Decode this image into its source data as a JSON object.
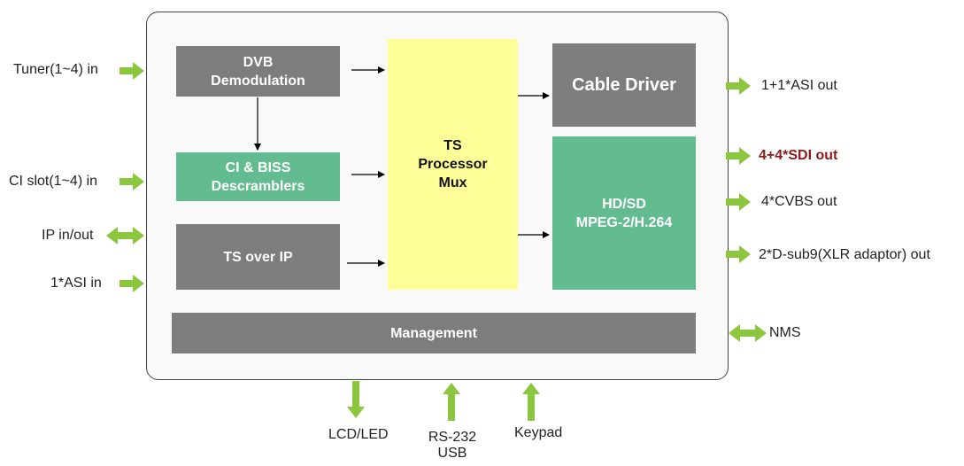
{
  "blocks": {
    "dvb": [
      "DVB",
      "Demodulation"
    ],
    "ci": [
      "CI & BISS",
      "Descramblers"
    ],
    "tsip": [
      "TS over IP"
    ],
    "ts": [
      "TS",
      "Processor",
      "Mux"
    ],
    "cable": [
      "Cable Driver"
    ],
    "hdsd": [
      "HD/SD",
      "MPEG-2/H.264"
    ],
    "mgmt": [
      "Management"
    ]
  },
  "inputs": {
    "tuner": "Tuner(1~4) in",
    "cislot": "CI slot(1~4) in",
    "ip": "IP in/out",
    "asi": "1*ASI in"
  },
  "outputs": {
    "asi": "1+1*ASI out",
    "sdi": "4+4*SDI out",
    "cvbs": "4*CVBS out",
    "dsub": "2*D-sub9(XLR adaptor) out",
    "nms": "NMS"
  },
  "bottom": {
    "lcd": "LCD/LED",
    "rs232": "RS-232",
    "usb": "USB",
    "keypad": "Keypad"
  },
  "colors": {
    "arrow": "#8cc63f",
    "gray_block": "#7d7d7d",
    "green_block": "#62bc8f",
    "yellow_block": "#ffff99",
    "highlight_text": "#8b1a1a"
  }
}
